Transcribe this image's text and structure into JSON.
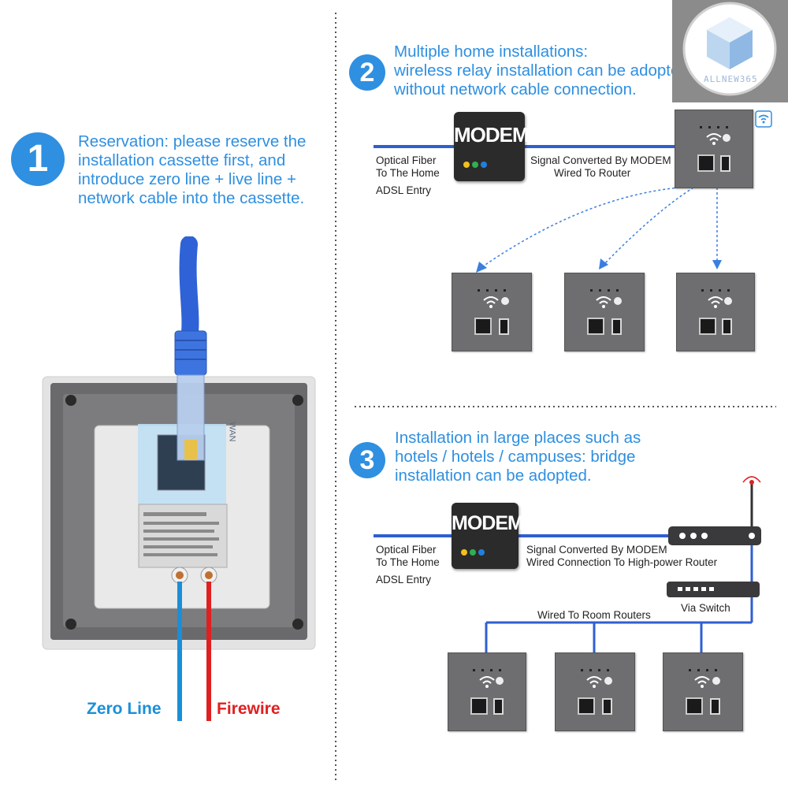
{
  "watermark": {
    "text": "ALLNEW365"
  },
  "step1": {
    "number": "1",
    "text": "Reservation: please reserve the\ninstallation cassette first, and\nintroduce zero line + live line +\nnetwork cable into the cassette.",
    "zero_line": "Zero Line",
    "firewire": "Firewire",
    "wan_label": "WAN"
  },
  "step2": {
    "number": "2",
    "text": "Multiple home installations:\nwireless relay installation can be adopted\nwithout network cable connection.",
    "modem_label": "MODEM",
    "fiber_label": "Optical Fiber\nTo The Home",
    "adsl_label": "ADSL Entry",
    "signal_label": "Signal Converted By MODEM\n        Wired To Router"
  },
  "step3": {
    "number": "3",
    "text": "Installation in large places such as\nhotels / hotels / campuses: bridge\ninstallation can be adopted.",
    "modem_label": "MODEM",
    "fiber_label": "Optical Fiber\nTo The Home",
    "adsl_label": "ADSL Entry",
    "signal_label": "Signal Converted By MODEM\nWired Connection To High-power Router",
    "switch_label": "Via Switch",
    "rooms_label": "Wired To Room Routers"
  },
  "colors": {
    "accent": "#2f8fe0",
    "cable": "#2f5fd0",
    "zero_line": "#1a8fd8",
    "firewire": "#e02020",
    "panel": "#6e6e70"
  }
}
